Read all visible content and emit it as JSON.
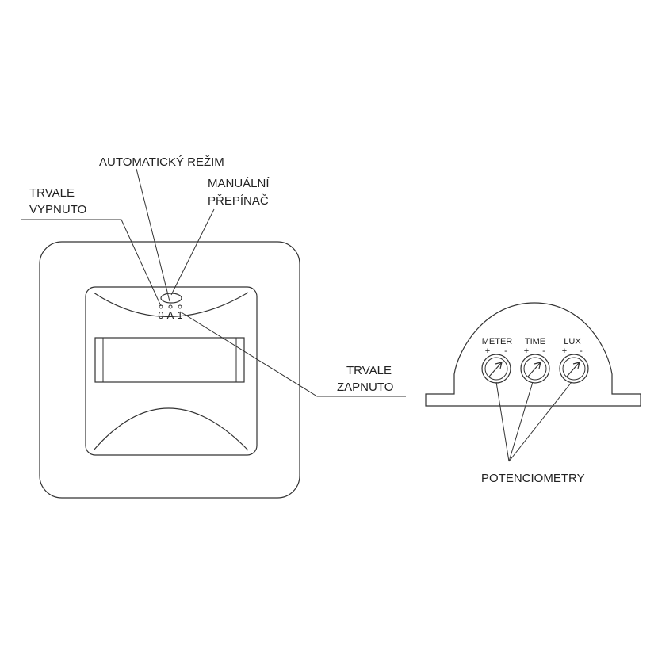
{
  "labels": {
    "automaticky_rezim": "AUTOMATICKÝ REŽIM",
    "trvale_vypnuto_line1": "TRVALE",
    "trvale_vypnuto_line2": "VYPNUTO",
    "manualni_prepinac_line1": "MANUÁLNÍ",
    "manualni_prepinac_line2": "PŘEPÍNAČ",
    "trvale_zapnuto_line1": "TRVALE",
    "trvale_zapnuto_line2": "ZAPNUTO",
    "potenciometry": "POTENCIOMETRY"
  },
  "switch_positions": [
    "0",
    "A",
    "1"
  ],
  "potentiometers": [
    {
      "name": "METER",
      "plus": "+",
      "minus": "-"
    },
    {
      "name": "TIME",
      "plus": "+",
      "minus": "-"
    },
    {
      "name": "LUX",
      "plus": "+",
      "minus": "-"
    }
  ],
  "colors": {
    "line": "#333333",
    "text": "#222222",
    "background": "#ffffff"
  }
}
